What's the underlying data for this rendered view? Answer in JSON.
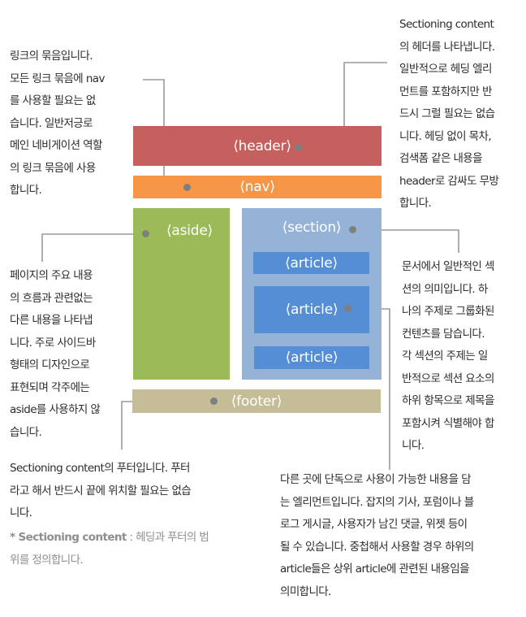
{
  "colors": {
    "header": "#c5605f",
    "nav": "#f79646",
    "aside": "#9bbb59",
    "section": "#95b3d7",
    "article": "#558ed5",
    "footer": "#c4bd97",
    "connector": "#8c8c8c",
    "text": "#2b2b2b",
    "muted_text": "#8e8e8e"
  },
  "boxes": {
    "header": "⟨header⟩",
    "nav": "⟨nav⟩",
    "aside": "⟨aside⟩",
    "section": "⟨section⟩",
    "articles": [
      "⟨article⟩",
      "⟨article⟩",
      "⟨article⟩"
    ],
    "footer": "⟨footer⟩"
  },
  "notes": {
    "nav": "링크의 묶음입니다.\n모든 링크 묶음에 nav\n를 사용할 필요는 없\n습니다. 일반저긍로\n메인 네비게이션 역할\n의 링크 묶음에 사용\n합니다.",
    "header": "Sectioning content\n의 헤더를 나타냅니다.\n일반적으로 헤딩 엘리\n먼트를 포함하지만 반\n드시 그럴 필요는 없습\n니다. 헤딩 없이 목차,\n검색폼 같은 내용을\nheader로 감싸도 무방\n합니다.",
    "aside": "페이지의 주요 내용\n의 흐름과 관련없는\n다른 내용을 나타냅\n니다. 주로 사이드바\n형태의 디자인으로\n표현되며 각주에는\naside를 사용하지 않\n습니다.",
    "section": "문서에서 일반적인 섹\n션의 의미입니다. 하\n나의 주제로 그룹화된\n컨텐츠를 담습니다.\n각 섹션의 주제는 일\n반적으로 섹션 요소의\n하위 항목으로 제목을\n포함시켜 식별해야 합\n니다.",
    "footer": "Sectioning content의 푸터입니다. 푸터\n라고 해서 반드시 끝에 위치할 필요는 없습\n니다.",
    "footnote_term": "* Sectioning content",
    "footnote_text": " : 헤딩과 푸터의 범\n위를 정의합니다.",
    "article": "다른 곳에 단독으로 사용이 가능한 내용을 담\n는 엘리먼트입니다. 잡지의 기사, 포럼이나 블\n로그 게시글, 사용자가 남긴 댓글, 위젯 등이\n될 수 있습니다. 중첩해서 사용할 경우 하위의\narticle들은 상위 article에 관련된 내용임을\n의미합니다."
  }
}
